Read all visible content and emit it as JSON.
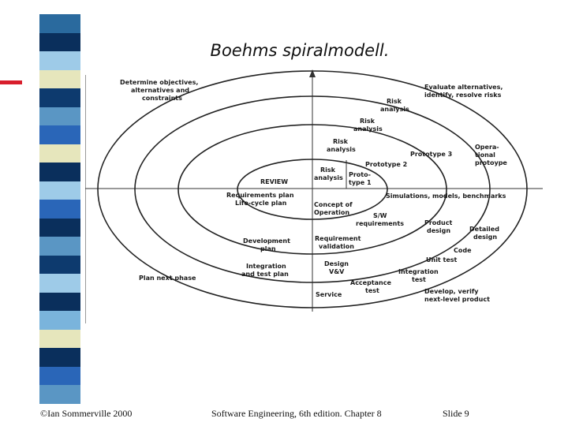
{
  "slide": {
    "title": "Boehms spiralmodell.",
    "footer": {
      "left": "©Ian Sommerville 2000",
      "center": "Software Engineering, 6th edition. Chapter 8",
      "right": "Slide  9"
    }
  },
  "theme": {
    "stripe_colors": [
      "#2a6a9e",
      "#0a2f5c",
      "#9ecbe8",
      "#e6e6bc",
      "#0d3a6e",
      "#5a96c4",
      "#2a66b8",
      "#e6e6bc",
      "#0a2f5c",
      "#9ecbe8",
      "#2a66b8",
      "#0a2f5c",
      "#5a96c4",
      "#0d3a6e",
      "#9ecbe8",
      "#0a2f5c",
      "#7ab4dc",
      "#e6e6bc",
      "#0a2f5c",
      "#2a66b8",
      "#5a96c4"
    ],
    "accent": "#d81e2c",
    "ink": "#1a1a1a"
  },
  "diagram": {
    "quadrant_labels": {
      "top_left": [
        "Determine objectives,",
        "alternatives and",
        "constraints"
      ],
      "top_right": [
        "Evaluate alternatives,",
        "identify, resolve risks"
      ],
      "bottom_left": "Plan next phase",
      "bottom_right": [
        "Develop, verify",
        "next-level product"
      ]
    },
    "risk_analyses": [
      [
        "Risk",
        "analysis"
      ],
      [
        "Risk",
        "analysis"
      ],
      [
        "Risk",
        "analysis"
      ],
      [
        "Risk",
        "analysis"
      ]
    ],
    "prototypes": {
      "p1": [
        "Proto-",
        "type 1"
      ],
      "p2": "Prototype 2",
      "p3": "Prototype 3",
      "operational": [
        "Opera-",
        "tional",
        "protoype"
      ]
    },
    "review": "REVIEW",
    "left_items": {
      "req_plan": [
        "Requirements plan",
        "Life-cycle plan"
      ],
      "dev_plan": [
        "Development",
        "plan"
      ],
      "integration_plan": [
        "Integration",
        "and test plan"
      ]
    },
    "right_items": {
      "simulations": "Simulations, models, benchmarks",
      "concept": [
        "Concept of",
        "Operation"
      ],
      "sw_req": [
        "S/W",
        "requirements"
      ],
      "product_design": [
        "Product",
        "design"
      ],
      "detailed_design": [
        "Detailed",
        "design"
      ],
      "req_validation": [
        "Requirement",
        "validation"
      ],
      "code": "Code",
      "unit_test": "Unit test",
      "design_vv": [
        "Design",
        "V&V"
      ],
      "integration_test": [
        "Integration",
        "test"
      ],
      "acceptance_test": [
        "Acceptance",
        "test"
      ],
      "service": "Service"
    }
  }
}
